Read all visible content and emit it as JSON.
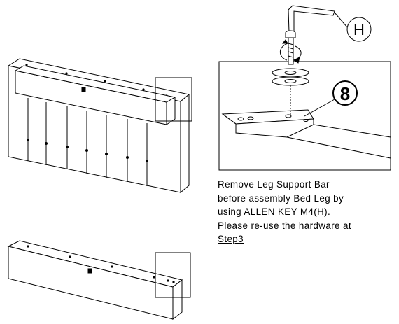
{
  "diagram": {
    "hardware_label": "H",
    "part_number": "8"
  },
  "instructions": {
    "line1": "Remove Leg Support Bar",
    "line2": "before assembly Bed Leg by",
    "line3": "using ALLEN KEY M4(H).",
    "line4": "Please re-use the hardware at",
    "step_ref": "Step3"
  },
  "colors": {
    "line": "#000000",
    "background": "#ffffff"
  }
}
